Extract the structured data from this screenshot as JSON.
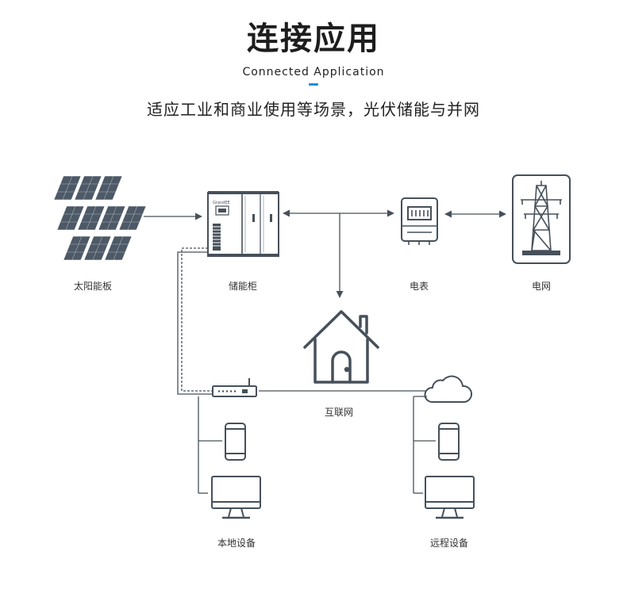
{
  "header": {
    "title": "连接应用",
    "subtitle_en": "Connected Application",
    "tagline": "适应工业和商业使用等场景，光伏储能与并网"
  },
  "nodes": {
    "solar": "太阳能板",
    "storage": "储能柜",
    "meter": "电表",
    "grid": "电网",
    "internet": "互联网",
    "local": "本地设备",
    "remote": "远程设备"
  },
  "cabinet_brand": "GrandEE",
  "colors": {
    "accent": "#1e8fd6",
    "icon": "#46505a",
    "panel": "#4d5966"
  }
}
